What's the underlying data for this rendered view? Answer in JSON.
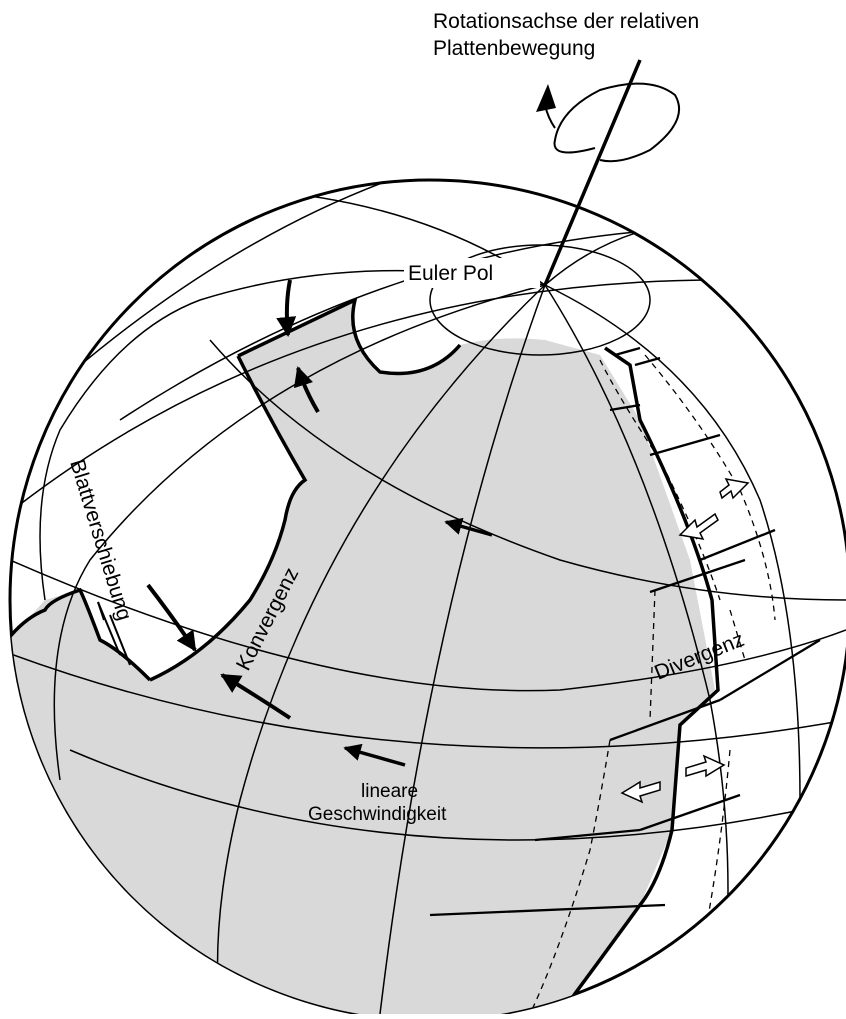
{
  "labels": {
    "axis_line1": "Rotationsachse der relativen",
    "axis_line2": "Plattenbewegung",
    "euler_pole": "Euler Pol",
    "strike_slip": "Blattverschiebung",
    "convergence": "Konvergenz",
    "divergence": "Divergenz",
    "velocity_line1": "lineare",
    "velocity_line2": "Geschwindigkeit"
  },
  "colors": {
    "plate_fill": "#d9d9d9",
    "line": "#000000",
    "background": "#ffffff"
  }
}
